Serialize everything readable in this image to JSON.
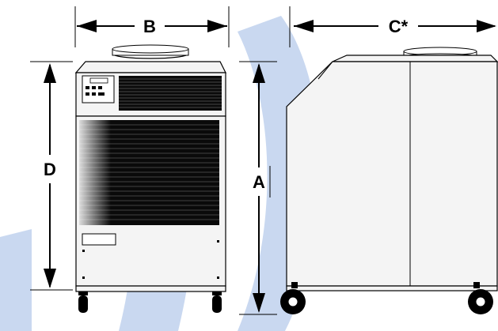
{
  "dimensions": {
    "width_label": "B",
    "depth_label": "C*",
    "height_label": "A",
    "body_height_label": "D"
  },
  "colors": {
    "background": "#ffffff",
    "watermark": "#c9d8f0",
    "line": "#000000",
    "unit_fill": "#f4f4f4",
    "grille_dark": "#0a0a0a"
  }
}
